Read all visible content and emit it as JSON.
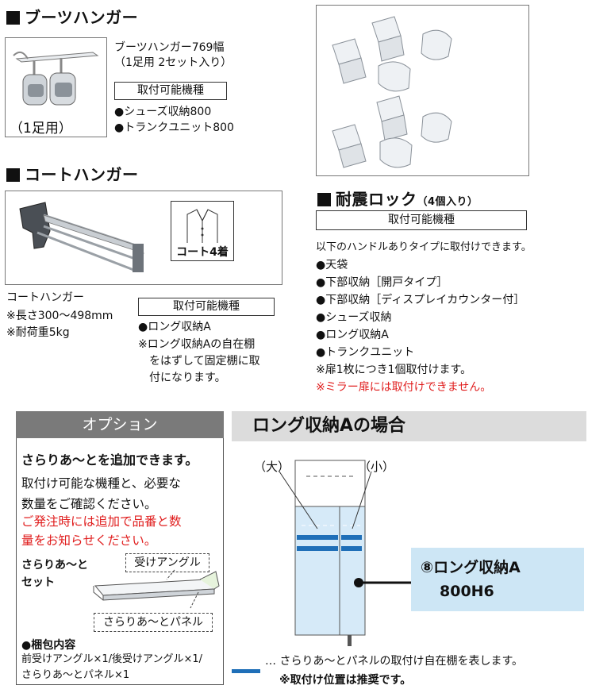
{
  "boots": {
    "heading": "ブーツハンガー",
    "caption": "（1足用）",
    "product_line1": "ブーツハンガー769幅",
    "product_line2": "（1足用 2セット入り）",
    "compat_label": "取付可能機種",
    "models": [
      "●シューズ収納800",
      "●トランクユニット800"
    ]
  },
  "coat": {
    "heading": "コートハンガー",
    "badge": "コート4着",
    "name": "コートハンガー",
    "specs": [
      "※長さ300～498mm",
      "※耐荷重5kg"
    ],
    "compat_label": "取付可能機種",
    "model": "●ロング収納A",
    "notes": [
      "※ロング収納Aの自在棚",
      "をはずして固定棚に取",
      "付になります。"
    ]
  },
  "lock": {
    "heading": "耐震ロック",
    "heading_sub": "（4個入り）",
    "compat_label": "取付可能機種",
    "intro": "以下のハンドルありタイプに取付けできます。",
    "models": [
      "●天袋",
      "●下部収納［開戸タイプ］",
      "●下部収納［ディスプレイカウンター付］",
      "●シューズ収納",
      "●ロング収納A",
      "●トランクユニット"
    ],
    "note": "※扉1枚につき1個取付けます。",
    "warning": "※ミラー扉には取付けできません。"
  },
  "option": {
    "header": "オプション",
    "title": "さらりあ～とを追加できます。",
    "body": [
      "取付け可能な機種と、必要な",
      "数量をご確認ください。"
    ],
    "red_lines": [
      "ご発注時には追加で品番と数",
      "量をお知らせください。"
    ],
    "set_label": [
      "さらりあ～と",
      "セット"
    ],
    "angle_label": "受けアングル",
    "panel_label": "さらりあ～とパネル",
    "contents_title": "●梱包内容",
    "contents": [
      "前受けアングル×1/後受けアングル×1/",
      "さらりあ～とパネル×1"
    ]
  },
  "long": {
    "header": "ロング収納Aの場合",
    "large": "（大）",
    "small": "（小）",
    "product_line1": "⑧ロング収納A",
    "product_line2": "800H6",
    "legend": "… さらりあ～とパネルの取付け自在棚を表します。",
    "legend_note": "※取付け位置は推奨です。"
  },
  "colors": {
    "panel_blue": "#1f6fb8",
    "label_bg": "#cde6f5",
    "header_gray": "#7a7a7a",
    "warning_red": "#e01e1e"
  }
}
